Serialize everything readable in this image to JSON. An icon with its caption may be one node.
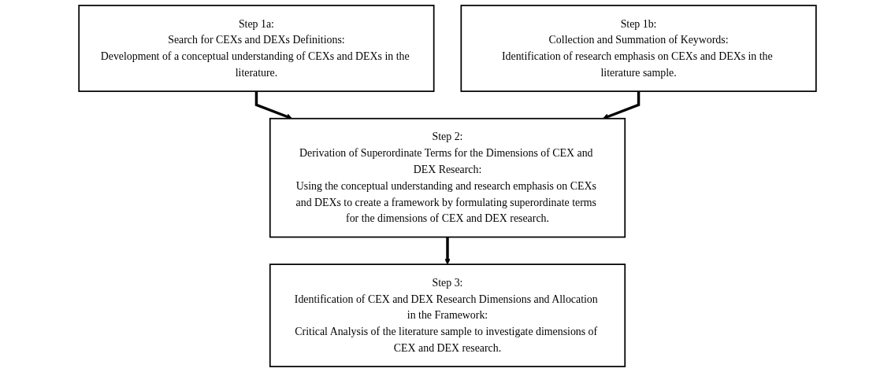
{
  "diagram": {
    "nodes": [
      {
        "text": [
          "Step 1a:",
          "Search for CEXs and DEXs Definitions:",
          "Development of a conceptual understanding of CEXs and DEXs in the literature."
        ]
      },
      {
        "text": [
          "Step 1b:",
          "Collection and Summation of Keywords:",
          "Identification of research emphasis on CEXs and DEXs in the literature sample."
        ]
      },
      {
        "text": [
          "Step 2:",
          "Derivation of Superordinate Terms for the Dimensions of CEX and DEX Research:",
          "Using the conceptual understanding and research emphasis on CEXs and DEXs to create a framework by formulating superordinate terms for the dimensions of CEX and DEX research."
        ]
      },
      {
        "text": [
          "Step 3:",
          "Identification of CEX and DEX Research Dimensions and Allocation in the Framework:",
          "Critical Analysis of the literature sample to investigate dimensions of CEX and DEX research."
        ]
      }
    ],
    "edges": [
      {
        "from": 0,
        "to": 2,
        "arrow": "to"
      },
      {
        "from": 1,
        "to": 2,
        "arrow": "to"
      },
      {
        "from": 2,
        "to": 3,
        "arrow": "to"
      }
    ]
  }
}
